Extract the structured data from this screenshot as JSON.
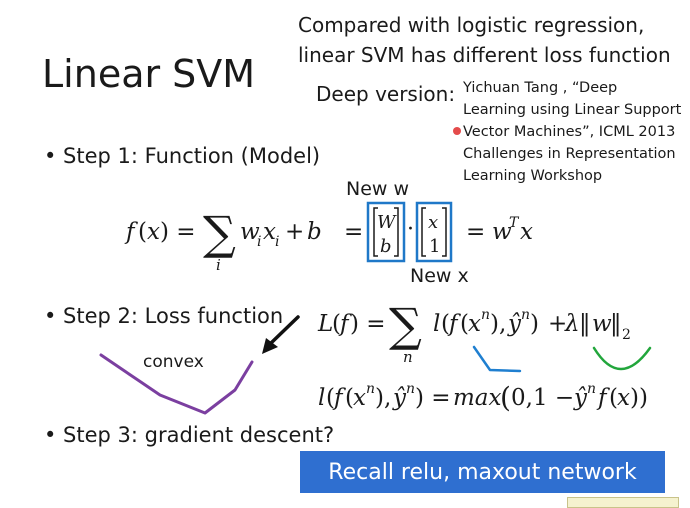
{
  "slide": {
    "title": "Linear SVM",
    "compare_line1": "Compared with logistic regression,",
    "compare_line2": "linear SVM has different loss function",
    "deep_label": "Deep version:",
    "reference": [
      "Yichuan Tang , “Deep",
      "Learning using Linear Support",
      "Vector Machines”,  ICML 2013",
      "Challenges in Representation",
      "Learning Workshop"
    ],
    "steps": {
      "step1": "• Step 1: Function (Model)",
      "step2": "• Step 2: Loss function",
      "step3": "• Step 3: gradient descent?"
    },
    "new_w": "New w",
    "new_x": "New x",
    "convex": "convex",
    "recall_button": "Recall relu, maxout network"
  },
  "colors": {
    "box_blue": "#1f78c8",
    "curve_purple": "#7b3fa0",
    "mark_blue": "#1f7fd0",
    "mark_green": "#22a63c",
    "recall_bg": "#2f6fd0",
    "laser_dot": "#e44b4b"
  }
}
